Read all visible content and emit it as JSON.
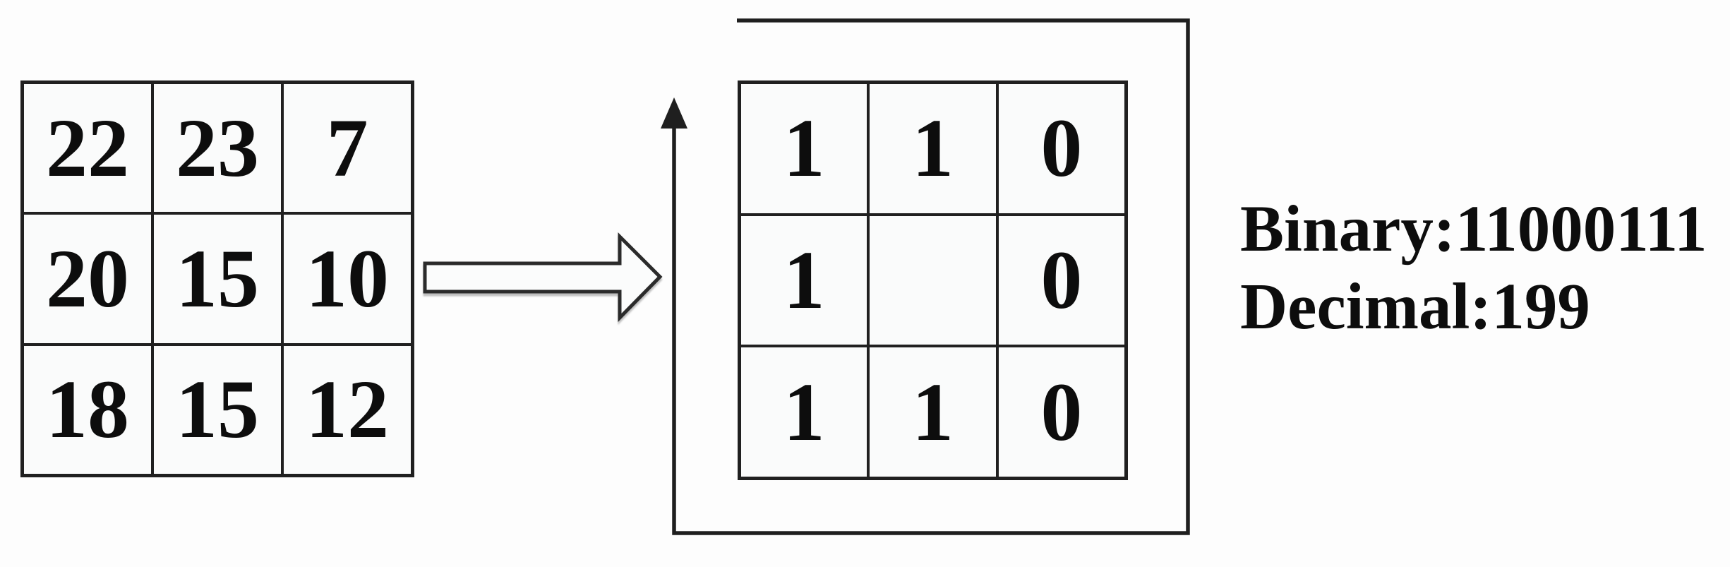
{
  "diagram": {
    "pixel_grid": {
      "rows": [
        [
          "22",
          "23",
          "7"
        ],
        [
          "20",
          "15",
          "10"
        ],
        [
          "18",
          "15",
          "12"
        ]
      ]
    },
    "binary_grid": {
      "rows": [
        [
          "1",
          "1",
          "0"
        ],
        [
          "1",
          "",
          "0"
        ],
        [
          "1",
          "1",
          "0"
        ]
      ]
    },
    "result": {
      "binary": "Binary:11000111",
      "decimal": "Decimal:199"
    },
    "colors": {
      "ink": "#1f1f1f",
      "background": "#fdfdfd"
    }
  }
}
